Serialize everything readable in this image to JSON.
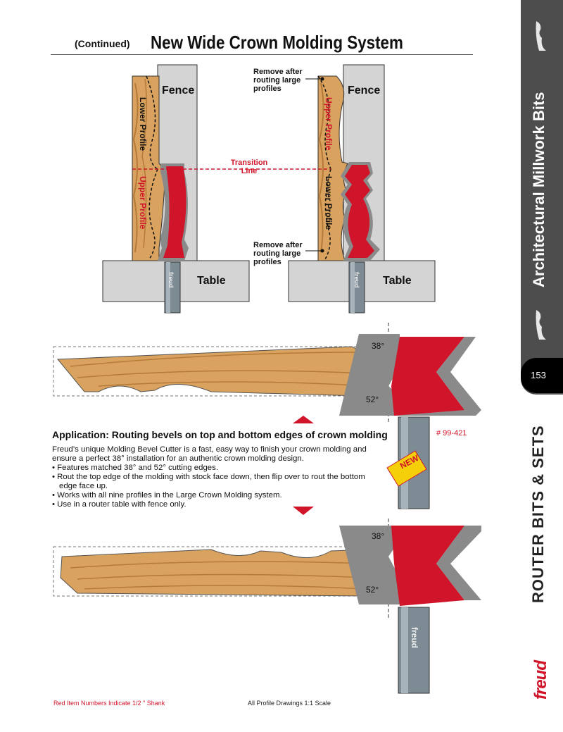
{
  "header": {
    "continued": "(Continued)",
    "title": "New Wide Crown Molding System"
  },
  "side_tab": {
    "section": "Architectural Millwork Bits",
    "page_number": "153",
    "category": "ROUTER BITS & SETS",
    "brand": "freud"
  },
  "diagram_top": {
    "fence_label": "Fence",
    "table_label": "Table",
    "lower_profile": "Lower Profile",
    "upper_profile": "Upper Profile",
    "transition_line": "Transition Line",
    "remove_note": "Remove after routing large profiles",
    "shank_brand": "freud"
  },
  "diagram_bevel": {
    "angle_top": "38°",
    "angle_bottom": "52°",
    "badge": "NEW",
    "shank_brand": "freud"
  },
  "application": {
    "title": "Application: Routing bevels on top and bottom edges of crown molding",
    "intro": "Freud’s unique Molding Bevel Cutter is a fast, easy way to finish your crown molding and ensure a perfect 38° installation for an authentic crown molding design.",
    "bullets": [
      "• Features matched 38° and 52° cutting edges.",
      "• Rout the top edge of the molding with stock face down, then flip over to rout the bottom edge face up.",
      "• Works with all nine profiles in the Large Crown Molding system.",
      "• Use in a router table with fence only."
    ]
  },
  "item_number": "# 99-421",
  "footer": {
    "left": "Red Item Numbers Indicate 1/2 \" Shank",
    "right": "All Profile Drawings 1:1 Scale"
  },
  "colors": {
    "accent_red": "#d0152a",
    "fence_gray": "#d4d4d4",
    "wood": "#d9a25e",
    "tab_gray": "#4d4d4d"
  }
}
